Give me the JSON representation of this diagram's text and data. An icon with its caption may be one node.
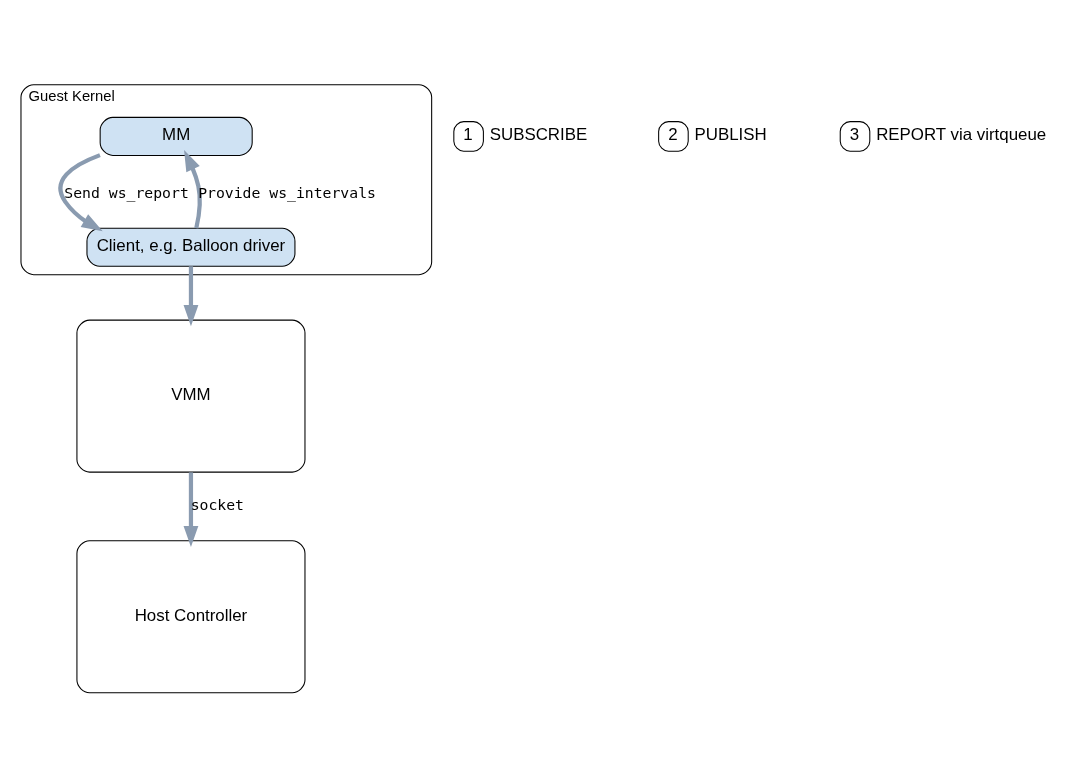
{
  "diagram": {
    "nodes": [
      {
        "text": [
          "Guest Kernel"
        ]
      },
      {
        "text": [
          "MM"
        ],
        "in": 0
      },
      {
        "text": [
          "Client, e.g. Balloon driver"
        ],
        "in": 0
      },
      {
        "text": [
          "Host Controller"
        ]
      },
      {
        "text": [
          "VMM"
        ]
      },
      {
        "text": [
          "1"
        ],
        "beside": [
          "SUBSCRIBE"
        ]
      },
      {
        "text": [
          "2"
        ],
        "beside": [
          "PUBLISH"
        ]
      },
      {
        "text": [
          "3"
        ],
        "beside": [
          "REPORT via virtqueue"
        ]
      }
    ],
    "edges": [
      {
        "from": 2,
        "to": 1,
        "arrow": "to",
        "label": "Provide ws_intervals"
      },
      {
        "from": 1,
        "to": 2,
        "arrow": "to",
        "label": "Send ws_report"
      },
      {
        "from": 2,
        "to": 4,
        "arrow": "to"
      },
      {
        "from": 4,
        "to": 3,
        "arrow": "to",
        "label": "socket"
      }
    ]
  }
}
